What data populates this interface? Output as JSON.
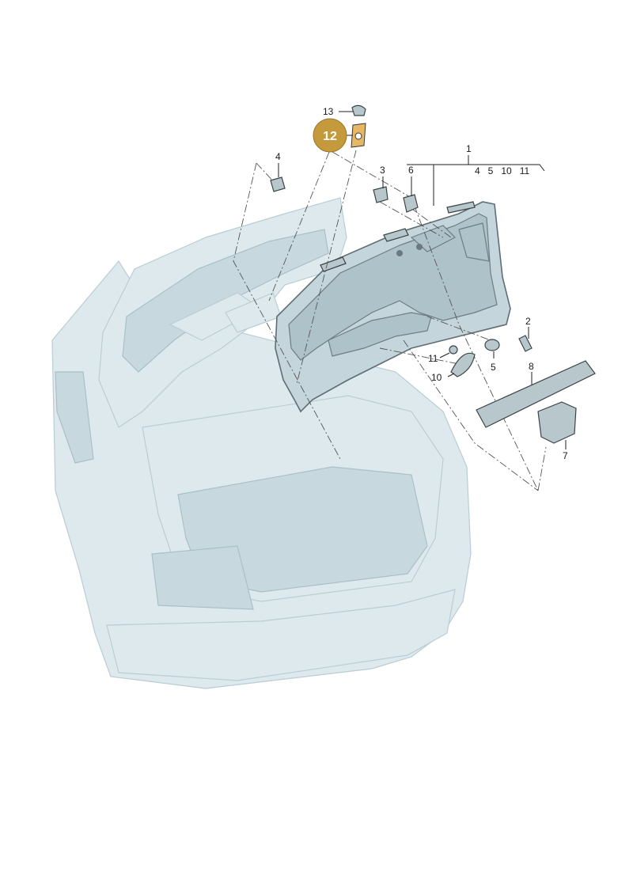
{
  "diagram": {
    "labels": {
      "l1": "1",
      "l1_group": "4   5   10   11",
      "l2": "2",
      "l3": "3",
      "l4": "4",
      "l5": "5",
      "l6": "6",
      "l7": "7",
      "l8": "8",
      "l10": "10",
      "l11": "11",
      "l13": "13"
    },
    "highlight": {
      "label": "12",
      "color": "#c49a3c"
    }
  }
}
